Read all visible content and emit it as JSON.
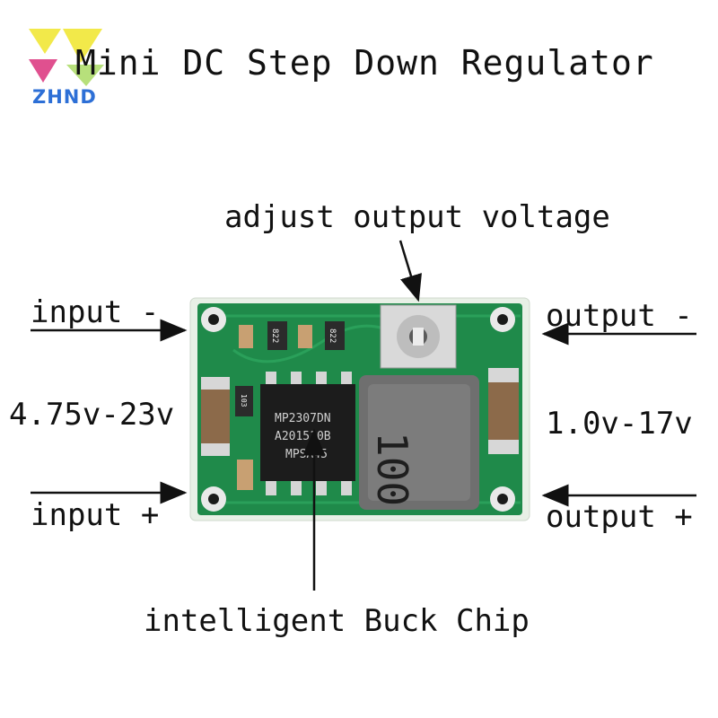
{
  "logo": {
    "text": "ZHND",
    "colors": {
      "yellow": "#f2e94a",
      "pink": "#e0508f",
      "green": "#b7e07b",
      "blue": "#2d6fd6"
    }
  },
  "title": "Mini DC Step Down Regulator",
  "labels": {
    "adjust": "adjust output voltage",
    "input_minus": "input -",
    "input_plus": "input +",
    "input_range": "4.75v-23v",
    "output_minus": "output -",
    "output_plus": "output +",
    "output_range": "1.0v-17v",
    "chip": "intelligent Buck Chip"
  },
  "board": {
    "color": "#1f8a4a",
    "chip_marking": [
      "MP2307DN",
      "A201510B",
      "MPSA45"
    ],
    "inductor_marking": "100",
    "resistor_codes": [
      "822",
      "822",
      "103"
    ]
  }
}
